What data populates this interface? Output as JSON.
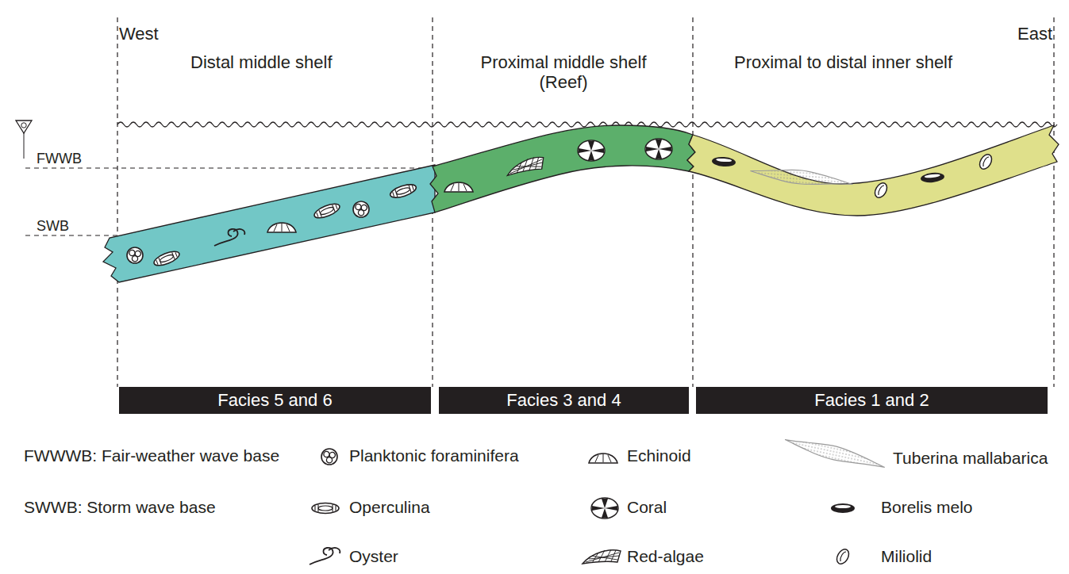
{
  "diagram": {
    "nodes": [
      {
        "text": [
          "Facies 5 and 6"
        ]
      },
      {
        "text": [
          "Facies 3 and 4"
        ]
      },
      {
        "text": [
          "Facies 1 and 2"
        ]
      }
    ],
    "labels": [
      "West",
      "East",
      "Distal middle shelf",
      "Proximal middle shelf (Reef)",
      "Proximal to distal inner shelf",
      "FWWB",
      "SWB",
      "FWWWB: Fair-weather wave base",
      "SWWB: Storm wave base"
    ],
    "legend": [
      {
        "text": "Planktonic foraminifera"
      },
      {
        "text": "Operculina"
      },
      {
        "text": "Oyster"
      },
      {
        "text": "Echinoid"
      },
      {
        "text": "Coral"
      },
      {
        "text": "Red-algae"
      },
      {
        "text": "Tuberina mallabarica"
      },
      {
        "text": "Borelis melo"
      },
      {
        "text": "Miliolid"
      }
    ]
  }
}
